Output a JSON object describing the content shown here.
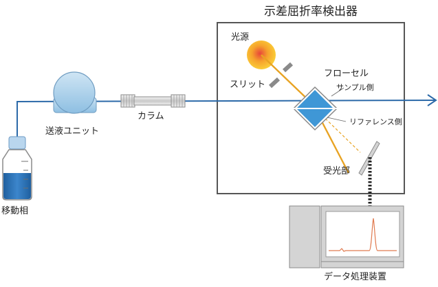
{
  "labels": {
    "detector_title": "示差屈折率検出器",
    "light_source": "光源",
    "slit": "スリット",
    "flow_cell": "フローセル",
    "sample_side": "サンプル側",
    "reference_side": "リファレンス側",
    "receiver": "受光部",
    "pump": "送液ユニット",
    "column": "カラム",
    "mobile_phase": "移動相",
    "data_processor": "データ処理装置"
  },
  "colors": {
    "flow_line": "#2b69a8",
    "beam": "#e8a323",
    "pump_fill": "#a7cde8",
    "bottle_liquid": "#2d73b8",
    "cell_fill": "#3f97d6",
    "peak": "#e07a4f",
    "box_stroke": "#555555",
    "grey_fill": "#d4d4d4"
  }
}
